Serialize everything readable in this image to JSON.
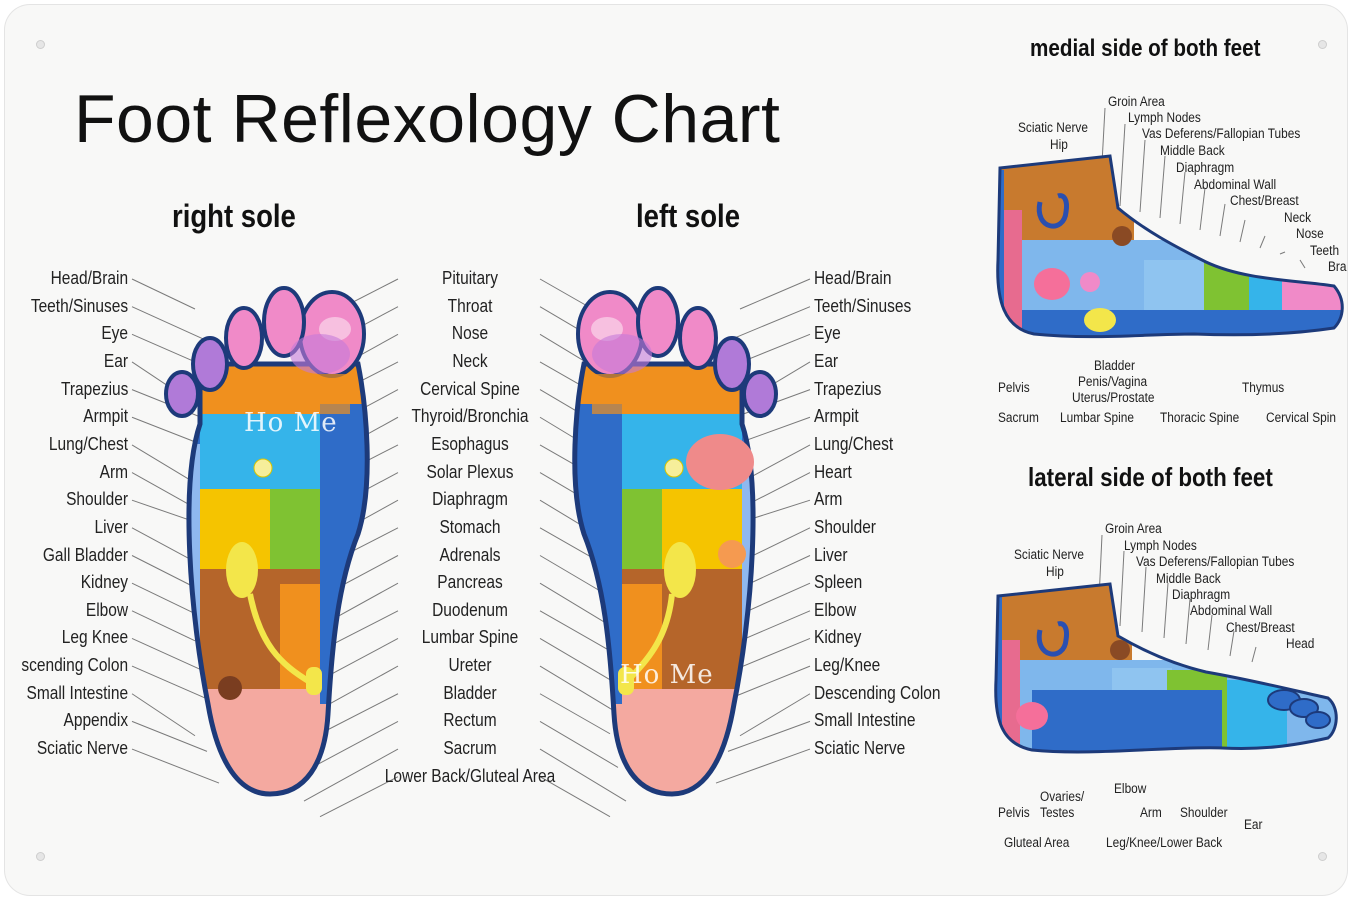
{
  "title": "Foot Reflexology Chart",
  "watermark": "Ho Me",
  "right_sole": {
    "heading": "right sole",
    "left_labels": [
      "Head/Brain",
      "Teeth/Sinuses",
      "Eye",
      "Ear",
      "Trapezius",
      "Armpit",
      "Lung/Chest",
      "Arm",
      "Shoulder",
      "Liver",
      "Gall Bladder",
      "Kidney",
      "Elbow",
      "Leg Knee",
      "scending Colon",
      "Small Intestine",
      "Appendix",
      "Sciatic Nerve"
    ]
  },
  "left_sole": {
    "heading": "left sole",
    "right_labels": [
      "Head/Brain",
      "Teeth/Sinuses",
      "Eye",
      "Ear",
      "Trapezius",
      "Armpit",
      "Lung/Chest",
      "Heart",
      "Arm",
      "Shoulder",
      "Liver",
      "Spleen",
      "Elbow",
      "Kidney",
      "Leg/Knee",
      "Descending Colon",
      "Small Intestine",
      "Sciatic Nerve"
    ]
  },
  "center_labels": [
    "Pituitary",
    "Throat",
    "Nose",
    "Neck",
    "Cervical Spine",
    "Thyroid/Bronchia",
    "Esophagus",
    "Solar Plexus",
    "Diaphragm",
    "Stomach",
    "Adrenals",
    "Pancreas",
    "Duodenum",
    "Lumbar Spine",
    "Ureter",
    "Bladder",
    "Rectum",
    "Sacrum",
    "Lower Back/Gluteal Area"
  ],
  "medial": {
    "heading": "medial side of both feet",
    "top_labels": [
      "Groin Area",
      "Lymph Nodes",
      "Vas Deferens/Fallopian Tubes",
      "Middle Back",
      "Diaphragm",
      "Abdominal Wall",
      "Chest/Breast",
      "Neck",
      "Nose",
      "Teeth",
      "Bra"
    ],
    "left_labels": [
      "Sciatic Nerve",
      "Hip"
    ],
    "bottom_labels": [
      "Bladder",
      "Penis/Vagina",
      "Uterus/Prostate",
      "Pelvis",
      "Thymus",
      "Sacrum",
      "Lumbar Spine",
      "Thoracic Spine",
      "Cervical Spin"
    ]
  },
  "lateral": {
    "heading": "lateral side of both feet",
    "top_labels": [
      "Groin Area",
      "Lymph Nodes",
      "Vas Deferens/Fallopian Tubes",
      "Middle Back",
      "Diaphragm",
      "Abdominal Wall",
      "Chest/Breast",
      "Head"
    ],
    "left_labels": [
      "Sciatic Nerve",
      "Hip"
    ],
    "bottom_labels": [
      "Ovaries/",
      "Elbow",
      "Pelvis",
      "Testes",
      "Arm",
      "Shoulder",
      "Ear",
      "Gluteal Area",
      "Leg/Knee/Lower Back"
    ]
  },
  "colors": {
    "toe_pink": "#f08ac8",
    "toe_purple": "#9b6fd0",
    "orange": "#f0901e",
    "cyan": "#35b4ea",
    "yellow": "#f5c400",
    "green": "#7fc232",
    "brown": "#b5652a",
    "heel": "#f4a9a0",
    "navy": "#1d3a7a"
  }
}
